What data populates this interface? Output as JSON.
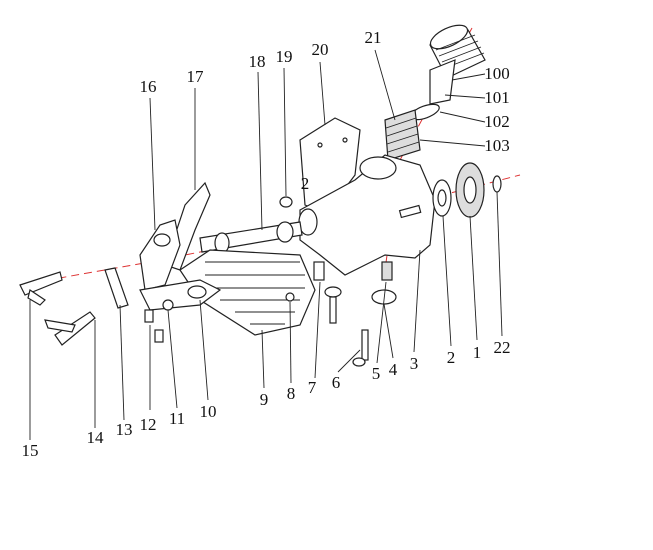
{
  "diagram": {
    "type": "exploded-parts-view",
    "axis_color": "#dd3333",
    "labels": [
      "100",
      "101",
      "102",
      "103",
      "21",
      "20",
      "19",
      "18",
      "17",
      "16",
      "2",
      "15",
      "14",
      "13",
      "12",
      "11",
      "10",
      "9",
      "8",
      "7",
      "6",
      "5",
      "4",
      "3",
      "2",
      "1",
      "22"
    ]
  }
}
